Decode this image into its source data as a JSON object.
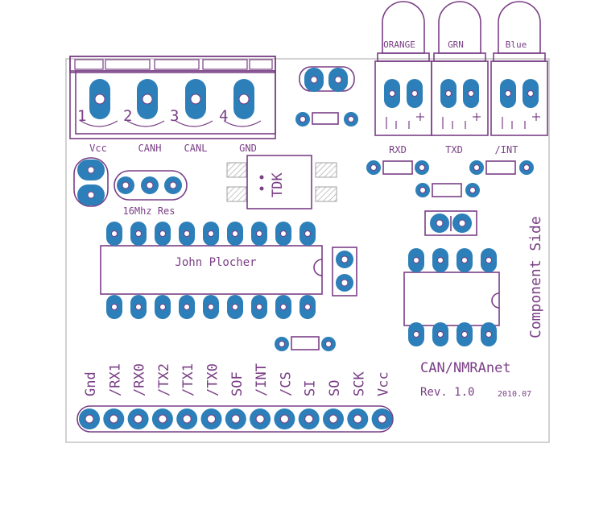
{
  "terminal": {
    "pin_numbers": [
      "1",
      "2",
      "3",
      "4"
    ],
    "signals": [
      "Vcc",
      "CANH",
      "CANL",
      "GND"
    ]
  },
  "leds": [
    "ORANGE",
    "GRN",
    "Blue"
  ],
  "led_signals": [
    "RXD",
    "TXD",
    "/INT"
  ],
  "crystal_label": "16Mhz Res",
  "tdk_label": "TDK",
  "ic_label": "John Plocher",
  "header_pins": [
    "Gnd",
    "/RX1",
    "/RX0",
    "/TX2",
    "/TX1",
    "/TX0",
    "SOF",
    "/INT",
    "/CS",
    "SI",
    "SO",
    "SCK",
    "Vcc"
  ],
  "side_label": "Component Side",
  "board_name": "CAN/NMRAnet",
  "revision": "Rev. 1.0",
  "date": "2010.07",
  "colors": {
    "silkscreen": "#7a3f86",
    "copper": "#2c7fb8",
    "outline": "#b4b4b4"
  }
}
